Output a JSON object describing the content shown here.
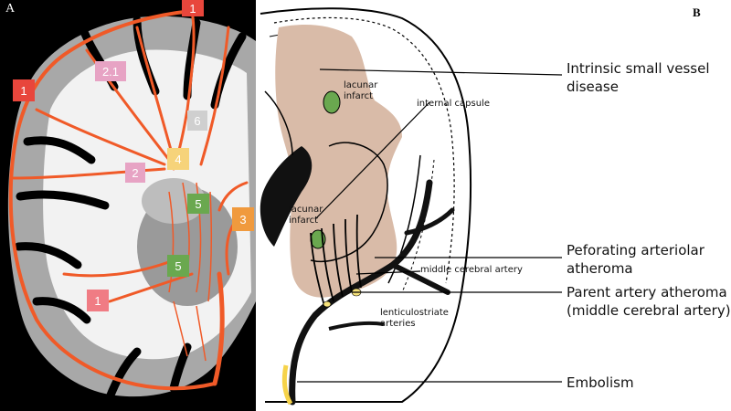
{
  "panel_a": {
    "letter": "A",
    "labels": [
      {
        "text": "1",
        "color": "#e8463c"
      },
      {
        "text": "1",
        "color": "#e8463c"
      },
      {
        "text": "1",
        "color": "#f07c84"
      },
      {
        "text": "2.1",
        "color": "#e7a3c4"
      },
      {
        "text": "2",
        "color": "#e7a3c4"
      },
      {
        "text": "6",
        "color": "#cfcfcf"
      },
      {
        "text": "4",
        "color": "#f6d37a"
      },
      {
        "text": "5",
        "color": "#6aa84f"
      },
      {
        "text": "5",
        "color": "#6aa84f"
      },
      {
        "text": "3",
        "color": "#f09a3e"
      }
    ]
  },
  "panel_b": {
    "letter": "B",
    "labels": {
      "lacunar_top": "lacunar infarct",
      "internal_capsule": "internal capsule",
      "lacunar_bottom": "lacunar infarct",
      "middle_cerebral_artery": "middle cerebral artery",
      "lenticulostriate": "lenticulostriate arteries"
    },
    "callouts": {
      "intrinsic": [
        "Intrinsic small vessel",
        "disease"
      ],
      "perforating": [
        "Peforating arteriolar",
        "atheroma"
      ],
      "parent": [
        "Parent artery atheroma",
        "(middle cerebral artery)"
      ],
      "embolism": "Embolism"
    }
  },
  "colors": {
    "artery": "#f05a28",
    "grey_matter": "#a8a8a8",
    "white_matter": "#f2f2f2",
    "tan": "#d9bba8",
    "infarct": "#6aa84f"
  }
}
